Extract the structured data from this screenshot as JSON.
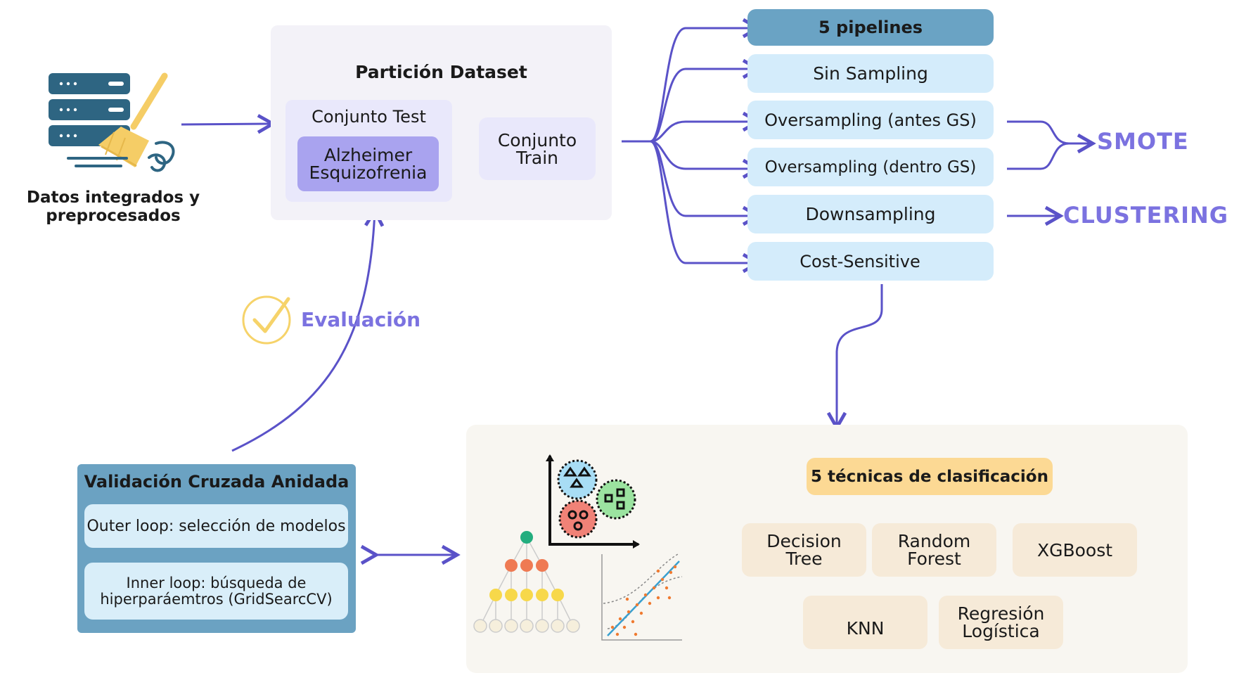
{
  "data_source": {
    "label": "Datos integrados y\npreprocesados"
  },
  "partition": {
    "title": "Partición Dataset",
    "test_label": "Conjunto Test",
    "test_inner": "Alzheimer\nEsquizofrenia",
    "train_label": "Conjunto\nTrain"
  },
  "pipelines": {
    "title": "5 pipelines",
    "items": [
      "Sin Sampling",
      "Oversampling (antes GS)",
      "Oversampling (dentro GS)",
      "Downsampling",
      "Cost-Sensitive"
    ]
  },
  "smote_label": "SMOTE",
  "clustering_label": "CLUSTERING",
  "evaluation_label": "Evaluación",
  "ncv": {
    "title": "Validación Cruzada Anidada",
    "outer": "Outer loop: selección de modelos",
    "inner": "Inner loop: búsqueda de\nhiperparáemtros (GridSearcCV)"
  },
  "classification": {
    "title": "5 técnicas de clasificación",
    "techniques": [
      "Decision\nTree",
      "Random\nForest",
      "XGBoost",
      "KNN",
      "Regresión\nLogística"
    ]
  },
  "colors": {
    "arrow": "#5a52c8",
    "accent_text": "#7b72e0",
    "header_blue": "#6aa3c4",
    "pipeline_light": "#d4ecfb",
    "partition_bg": "#f3f2f8",
    "test_bg": "#e9e8fb",
    "test_inner": "#a9a3ef",
    "classif_bg": "#f8f6f1",
    "classif_header": "#fcd994",
    "technique_bg": "#f6ead8",
    "ncv_bg": "#6ba2c2",
    "ncv_inner": "#d9eef9",
    "check": "#f6d36a"
  }
}
